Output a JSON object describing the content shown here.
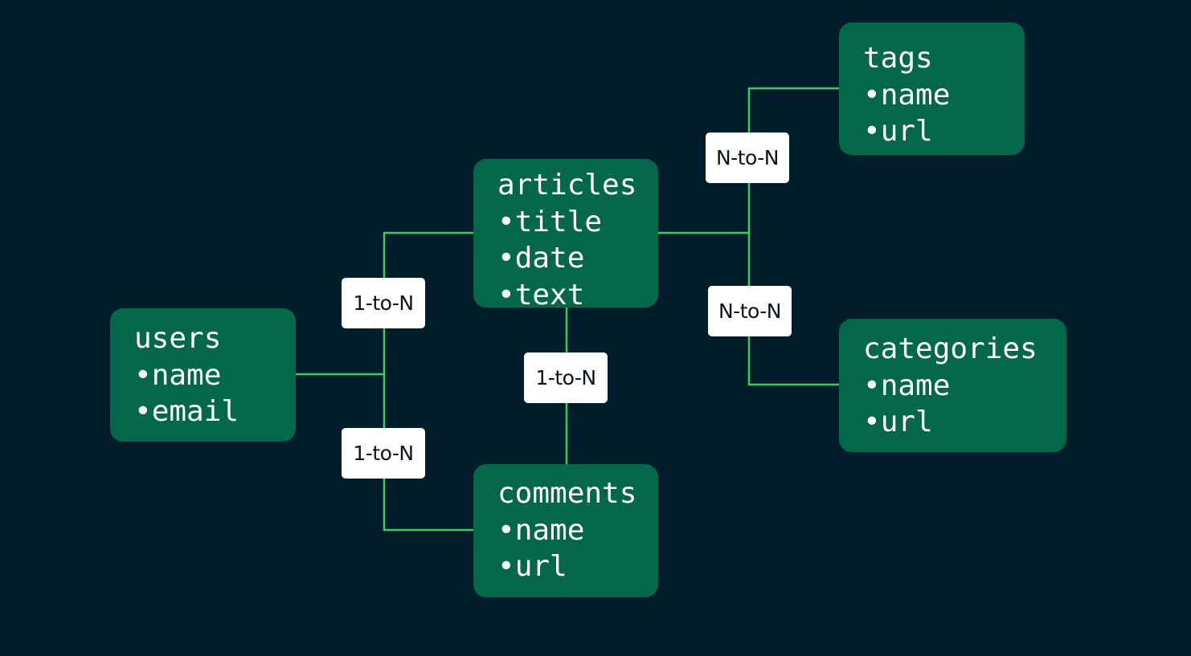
{
  "colors": {
    "background": "#011c2a",
    "entity_fill": "#03684a",
    "entity_text": "#ffffff",
    "connector": "#34d15a",
    "label_fill": "#ffffff",
    "label_text": "#0b1320"
  },
  "entities": {
    "articles": {
      "title": "articles",
      "fields": [
        "title",
        "date",
        "text"
      ]
    },
    "users": {
      "title": "users",
      "fields": [
        "name",
        "email"
      ]
    },
    "comments": {
      "title": "comments",
      "fields": [
        "name",
        "url"
      ]
    },
    "tags": {
      "title": "tags",
      "fields": [
        "name",
        "url"
      ]
    },
    "categories": {
      "title": "categories",
      "fields": [
        "name",
        "url"
      ]
    }
  },
  "relations": {
    "users_articles": {
      "from": "users",
      "to": "articles",
      "label": "1-to-N"
    },
    "users_comments": {
      "from": "users",
      "to": "comments",
      "label": "1-to-N"
    },
    "articles_comments": {
      "from": "articles",
      "to": "comments",
      "label": "1-to-N"
    },
    "articles_tags": {
      "from": "articles",
      "to": "tags",
      "label": "N-to-N"
    },
    "articles_categories": {
      "from": "articles",
      "to": "categories",
      "label": "N-to-N"
    }
  }
}
